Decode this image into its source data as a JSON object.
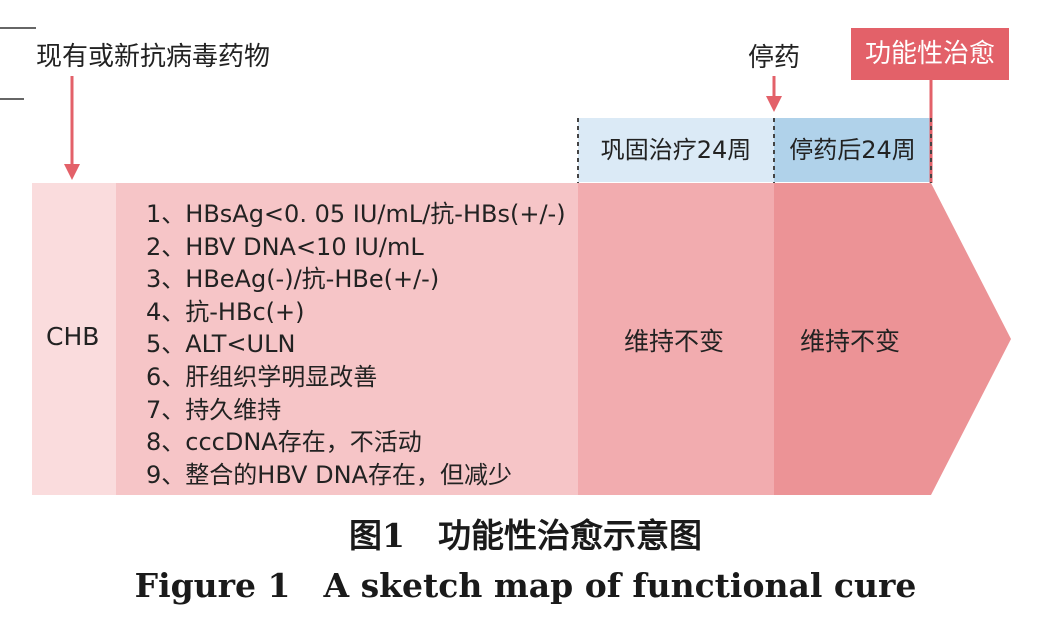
{
  "diagram": {
    "top_labels": {
      "start_label": "现有或新抗病毒药物",
      "stop_label": "停药",
      "cure_label": "功能性治愈"
    },
    "bands": {
      "consolidation": "巩固治疗24周",
      "post_stop": "停药后24周"
    },
    "blocks": {
      "chb": "CHB",
      "criteria": [
        "1、HBsAg<0. 05 IU/mL/抗-HBs(+/-)",
        "2、HBV DNA<10 IU/mL",
        "3、HBeAg(-)/抗-HBe(+/-)",
        "4、抗-HBc(+)",
        "5、ALT<ULN",
        "6、肝组织学明显改善",
        "7、持久维持",
        "8、cccDNA存在，不活动",
        "9、整合的HBV DNA存在，但减少"
      ],
      "maintain_1": "维持不变",
      "maintain_2": "维持不变"
    },
    "colors": {
      "chb_block": "#fadcdd",
      "criteria_block": "#f6c5c7",
      "maintain_1_block": "#f2acaf",
      "maintain_2_block": "#ec9396",
      "band_consolidation": "#dbeaf6",
      "band_post_stop": "#b0d2ea",
      "accent_red": "#e36169"
    }
  },
  "caption": {
    "cn": "图1　功能性治愈示意图",
    "en": "Figure 1　A sketch map of functional cure"
  }
}
